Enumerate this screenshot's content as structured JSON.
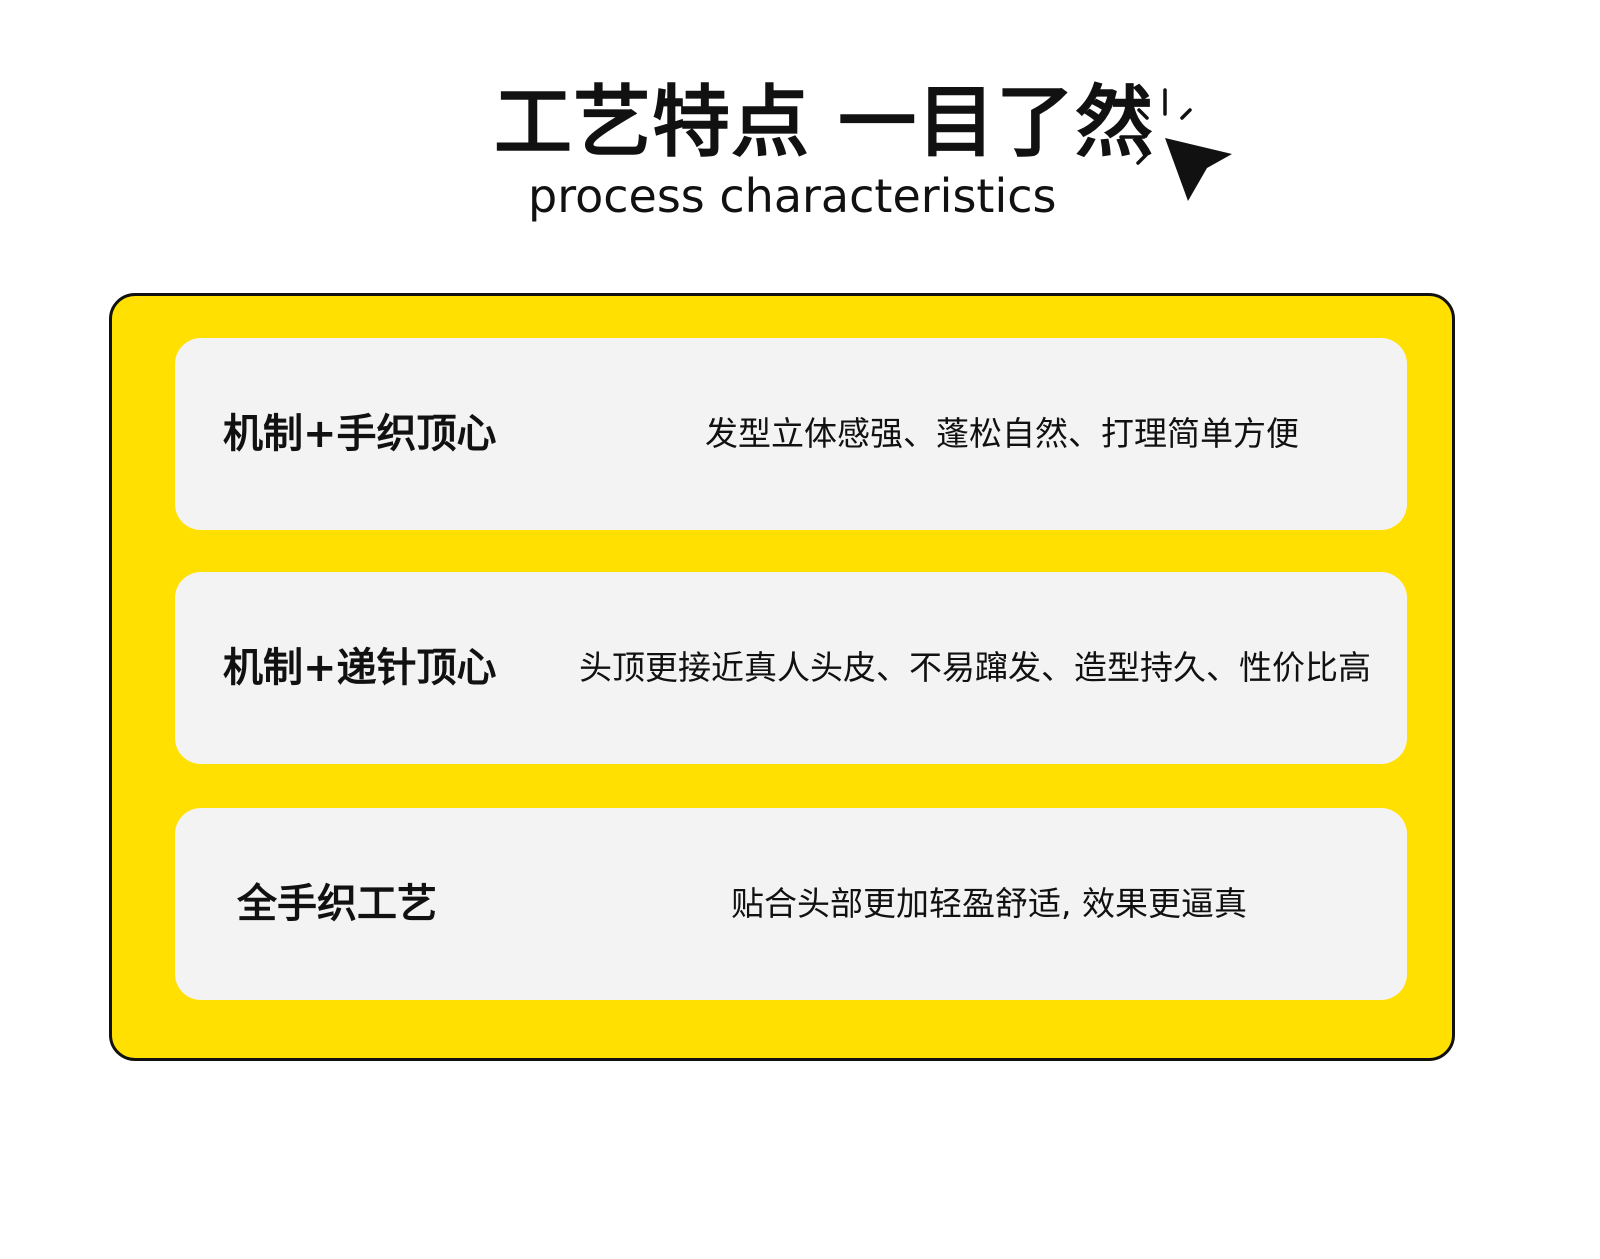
{
  "header": {
    "title_cn": "工艺特点 一目了然",
    "title_en": "process characteristics",
    "icon": "cursor-click-icon"
  },
  "colors": {
    "panel_bg": "#FFE000",
    "panel_border": "#111111",
    "card_bg": "#F3F3F3",
    "text": "#111111",
    "page_bg": "#FFFFFF"
  },
  "features": [
    {
      "label": "机制+手织顶心",
      "description": "发型立体感强、蓬松自然、打理简单方便"
    },
    {
      "label": "机制+递针顶心",
      "description": "头顶更接近真人头皮、不易蹿发、造型持久、性价比高"
    },
    {
      "label": "全手织工艺",
      "description": "贴合头部更加轻盈舒适, 效果更逼真"
    }
  ]
}
